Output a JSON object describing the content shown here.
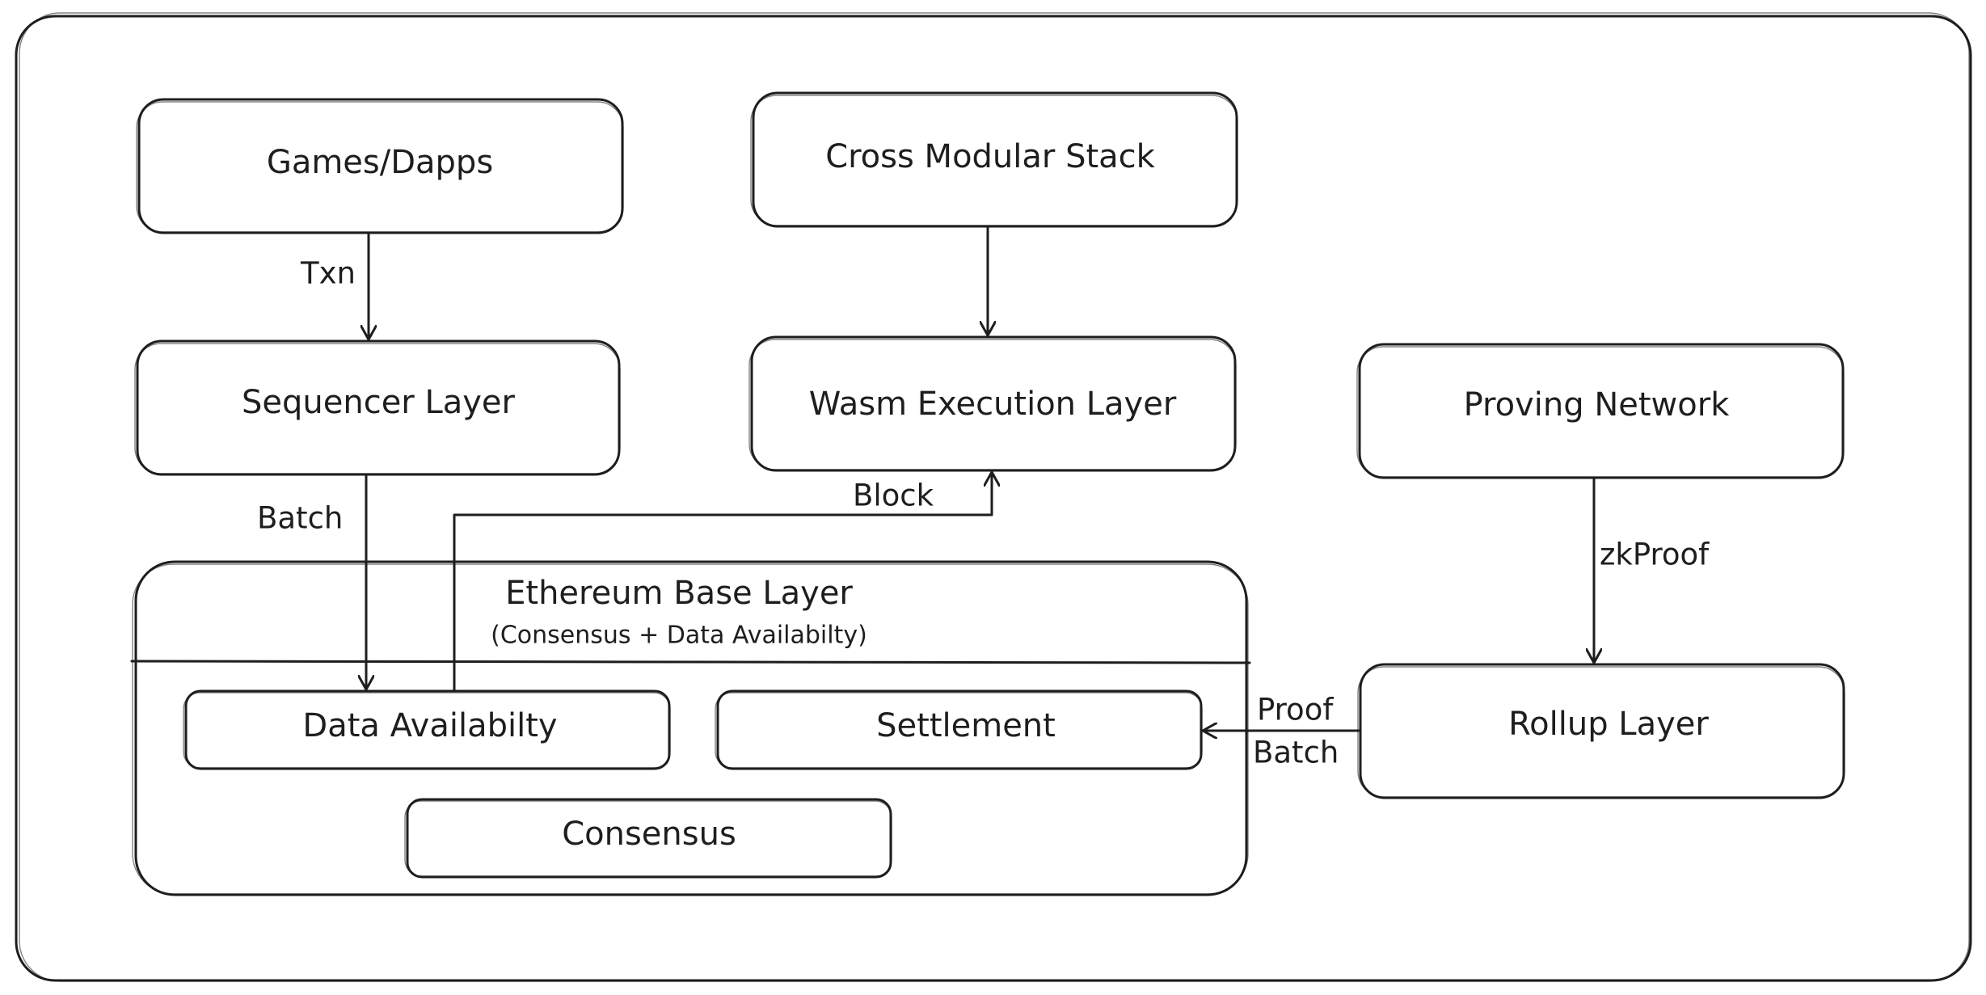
{
  "nodes": {
    "games_dapps": "Games/Dapps",
    "cross_modular_stack": "Cross Modular Stack",
    "sequencer_layer": "Sequencer Layer",
    "wasm_execution_layer": "Wasm Execution Layer",
    "proving_network": "Proving Network",
    "ethereum_base_layer": {
      "title": "Ethereum Base Layer",
      "subtitle": "(Consensus + Data Availabilty)"
    },
    "data_availability": "Data Availabilty",
    "settlement": "Settlement",
    "consensus": "Consensus",
    "rollup_layer": "Rollup Layer"
  },
  "edges": {
    "txn": "Txn",
    "batch": "Batch",
    "block": "Block",
    "zkproof": "zkProof",
    "proof": "Proof",
    "rollup_batch": "Batch"
  },
  "colors": {
    "stroke": "#1e1e1e",
    "background": "#ffffff"
  }
}
